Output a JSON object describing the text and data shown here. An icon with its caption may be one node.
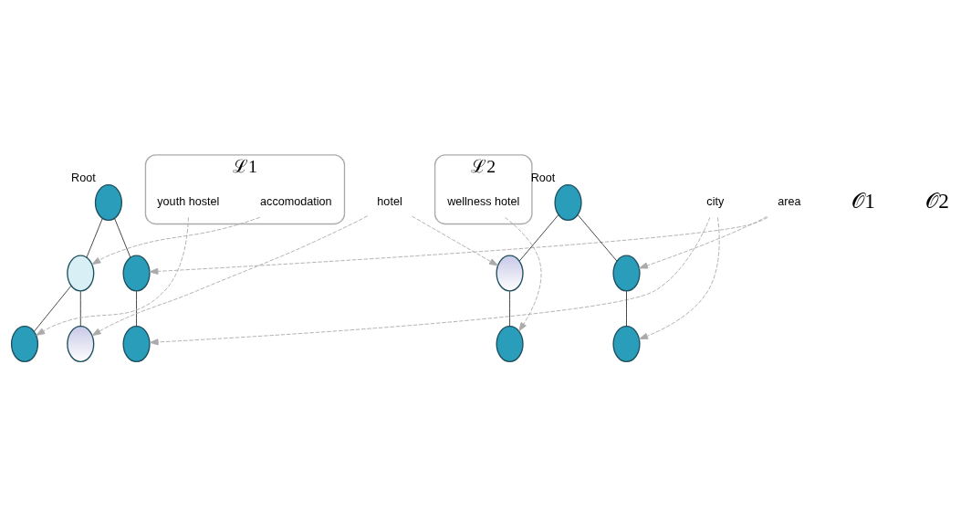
{
  "diagram": {
    "nodes": [
      {
        "text": [],
        "shape": "circle",
        "beside": [
          "Root"
        ]
      },
      {
        "text": [],
        "shape": "circle"
      },
      {
        "text": [],
        "shape": "circle"
      },
      {
        "text": [],
        "shape": "circle"
      },
      {
        "text": [],
        "shape": "circle"
      },
      {
        "text": [],
        "shape": "circle"
      },
      {
        "text": [
          "ℒ1"
        ]
      },
      {
        "text": [
          "accomodation"
        ],
        "in": 6
      },
      {
        "text": [
          "youth hostel"
        ],
        "in": 6
      },
      {
        "text": [
          "hotel"
        ]
      },
      {
        "text": [
          "area"
        ]
      },
      {
        "text": [
          "city"
        ]
      },
      {
        "text": [
          "ℒ2"
        ]
      },
      {
        "text": [
          "wellness hotel"
        ],
        "in": 12
      },
      {
        "text": [],
        "shape": "circle",
        "beside": [
          "Root"
        ]
      },
      {
        "text": [],
        "shape": "circle"
      },
      {
        "text": [],
        "shape": "circle"
      },
      {
        "text": [],
        "shape": "circle"
      },
      {
        "text": [],
        "shape": "circle"
      }
    ],
    "edges": [
      {
        "from": 0,
        "to": 1,
        "arrow": "none"
      },
      {
        "from": 0,
        "to": 2,
        "arrow": "none"
      },
      {
        "from": 1,
        "to": 3,
        "arrow": "none"
      },
      {
        "from": 1,
        "to": 4,
        "arrow": "none"
      },
      {
        "from": 2,
        "to": 5,
        "arrow": "none"
      },
      {
        "from": 14,
        "to": 15,
        "arrow": "none"
      },
      {
        "from": 14,
        "to": 16,
        "arrow": "none"
      },
      {
        "from": 15,
        "to": 17,
        "arrow": "none"
      },
      {
        "from": 16,
        "to": 18,
        "arrow": "none"
      },
      {
        "from": 7,
        "to": 1,
        "arrow": "to",
        "style": "dashed",
        "color": "#aaaaaa"
      },
      {
        "from": 8,
        "to": 3,
        "arrow": "to",
        "style": "dashed",
        "color": "#aaaaaa"
      },
      {
        "from": 9,
        "to": 4,
        "arrow": "to",
        "style": "dashed",
        "color": "#aaaaaa"
      },
      {
        "from": 10,
        "to": 2,
        "arrow": "to",
        "style": "dashed",
        "color": "#aaaaaa"
      },
      {
        "from": 11,
        "to": 5,
        "arrow": "to",
        "style": "dashed",
        "color": "#aaaaaa"
      },
      {
        "from": 9,
        "to": 15,
        "arrow": "to",
        "style": "dashed",
        "color": "#aaaaaa"
      },
      {
        "from": 10,
        "to": 16,
        "arrow": "to",
        "style": "dashed",
        "color": "#aaaaaa"
      },
      {
        "from": 11,
        "to": 18,
        "arrow": "to",
        "style": "dashed",
        "color": "#aaaaaa"
      },
      {
        "from": 13,
        "to": 17,
        "arrow": "to",
        "style": "dashed",
        "color": "#aaaaaa"
      }
    ],
    "labels": [
      "𝒪1",
      "𝒪2"
    ]
  }
}
